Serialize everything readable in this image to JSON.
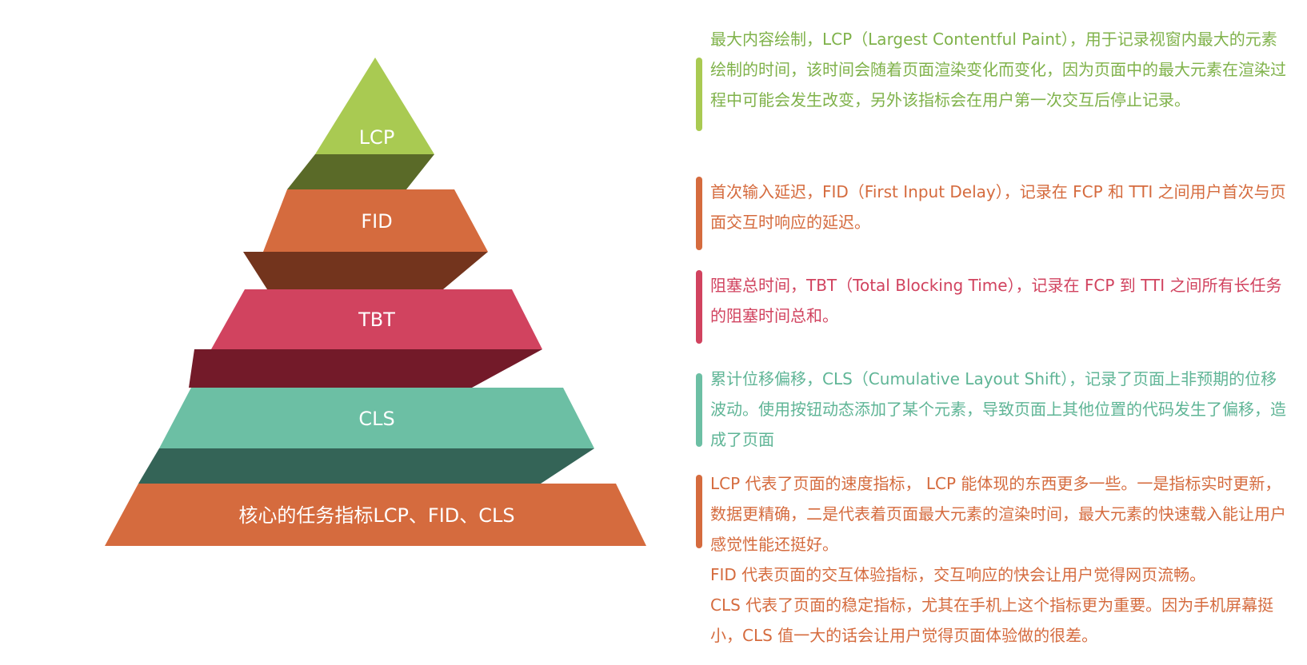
{
  "colors": {
    "lcp": "#a9ca52",
    "lcp_shadow": "#5a6a28",
    "fid": "#d56b3e",
    "fid_shadow": "#73341d",
    "tbt": "#d1435f",
    "tbt_shadow": "#731a29",
    "cls": "#6cbfa4",
    "cls_shadow": "#346457",
    "core": "#d56b3e"
  },
  "pyramid": {
    "layers": [
      {
        "id": "lcp",
        "label": "LCP"
      },
      {
        "id": "fid",
        "label": "FID"
      },
      {
        "id": "tbt",
        "label": "TBT"
      },
      {
        "id": "cls",
        "label": "CLS"
      },
      {
        "id": "core",
        "label": "核心的任务指标LCP、FID、CLS"
      }
    ]
  },
  "descriptions": {
    "lcp": "最大内容绘制，LCP（Largest Contentful Paint），用于记录视窗内最大的元素绘制的时间，该时间会随着页面渲染变化而变化，因为页面中的最大元素在渲染过程中可能会发生改变，另外该指标会在用户第一次交互后停止记录。",
    "fid": "首次输入延迟，FID（First Input Delay），记录在 FCP 和 TTI 之间用户首次与页面交互时响应的延迟。",
    "tbt": "阻塞总时间，TBT（Total Blocking Time），记录在 FCP 到 TTI 之间所有长任务的阻塞时间总和。",
    "cls": "累计位移偏移，CLS（Cumulative Layout Shift），记录了页面上非预期的位移波动。使用按钮动态添加了某个元素，导致页面上其他位置的代码发生了偏移，造成了页面",
    "core": [
      "LCP 代表了页面的速度指标， LCP 能体现的东西更多一些。一是指标实时更新，数据更精确，二是代表着页面最大元素的渲染时间，最大元素的快速载入能让用户感觉性能还挺好。",
      "FID 代表页面的交互体验指标，交互响应的快会让用户觉得网页流畅。",
      "CLS 代表了页面的稳定指标，尤其在手机上这个指标更为重要。因为手机屏幕挺小，CLS 值一大的话会让用户觉得页面体验做的很差。"
    ]
  }
}
